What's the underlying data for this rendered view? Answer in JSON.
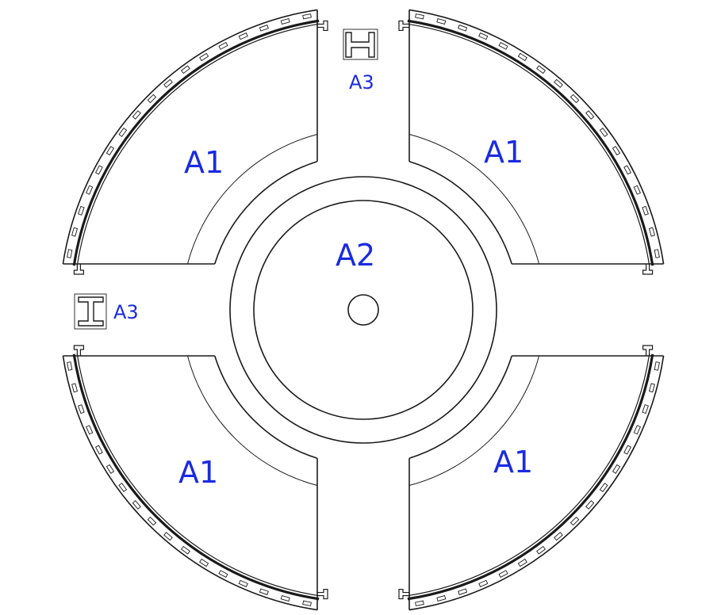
{
  "labels": {
    "quadrant_top_left": "A1",
    "quadrant_top_right": "A1",
    "quadrant_bottom_left": "A1",
    "quadrant_bottom_right": "A1",
    "center_disc": "A2",
    "connector_top": "A3",
    "connector_left": "A3"
  },
  "colors": {
    "label": "#1a2be0",
    "line": "#1a1a1a",
    "background": "#ffffff"
  }
}
